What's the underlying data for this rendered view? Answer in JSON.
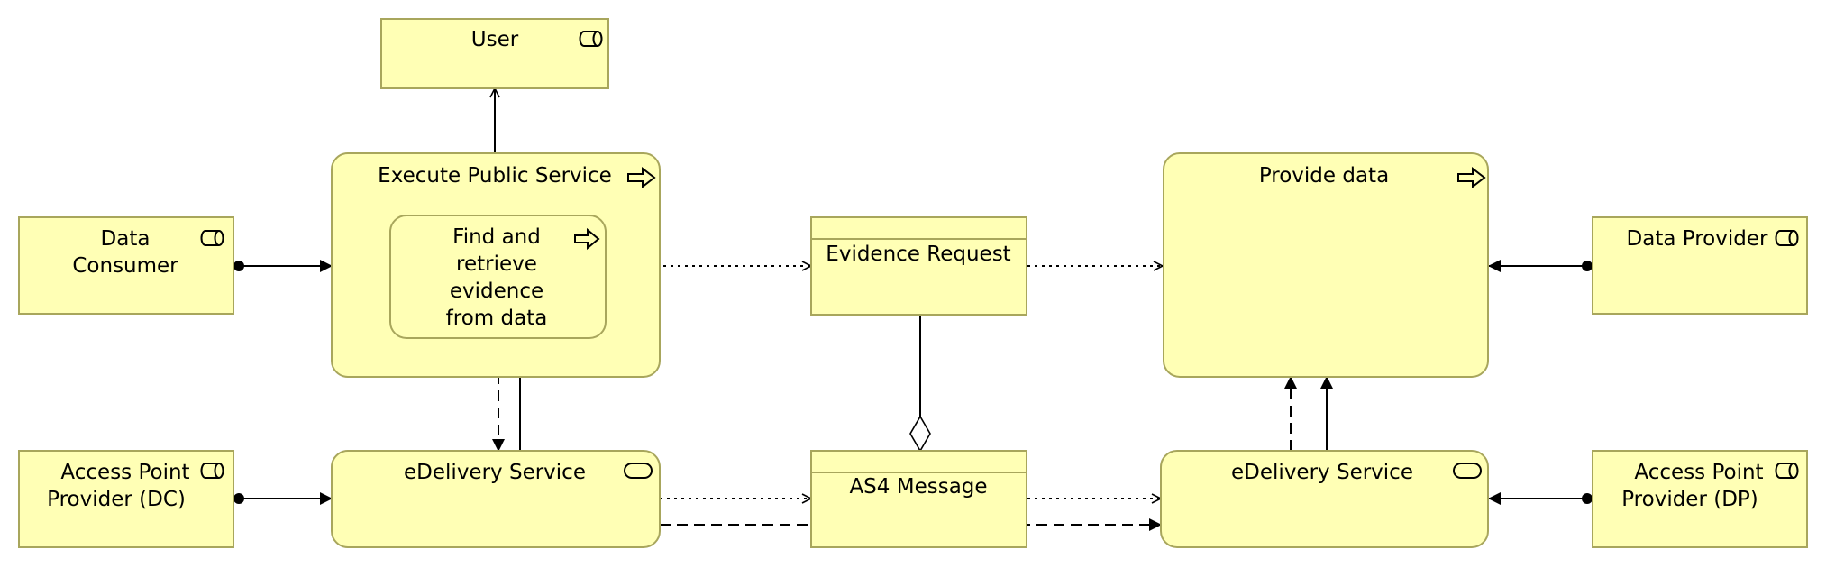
{
  "elements": {
    "user": "User",
    "execute_public_service": "Execute Public Service",
    "find_retrieve": [
      "Find and",
      "retrieve",
      "evidence",
      "from data"
    ],
    "data_consumer": [
      "Data",
      "Consumer"
    ],
    "evidence_request": "Evidence Request",
    "provide_data": "Provide data",
    "data_provider": "Data Provider",
    "access_point_dc": [
      "Access Point",
      "Provider (DC)"
    ],
    "edelivery_left": "eDelivery Service",
    "as4_message": "AS4 Message",
    "edelivery_right": "eDelivery Service",
    "access_point_dp": [
      "Access Point",
      "Provider (DP)"
    ]
  },
  "icons": {
    "role": "role-icon",
    "process": "process-arrow-icon",
    "service": "service-icon"
  },
  "colors": {
    "fill": "#ffffb5",
    "stroke": "#a8a65c",
    "line": "#000000"
  }
}
